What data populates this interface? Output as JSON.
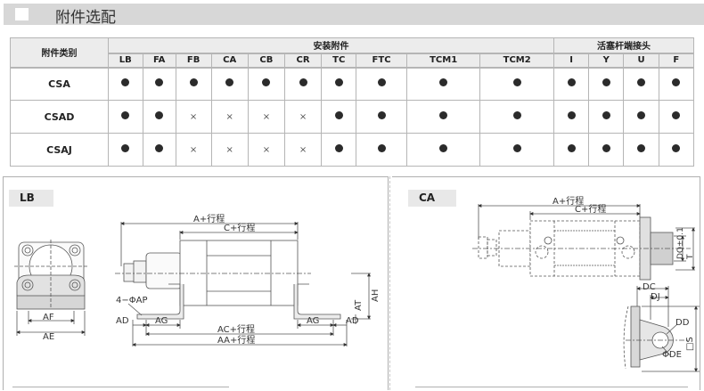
{
  "header": {
    "title": "附件选配"
  },
  "table": {
    "category_header": "附件类别",
    "groups": [
      {
        "label": "安装附件",
        "columns": [
          "LB",
          "FA",
          "FB",
          "CA",
          "CB",
          "CR",
          "TC",
          "FTC",
          "TCM1",
          "TCM2"
        ]
      },
      {
        "label": "活塞杆端接头",
        "columns": [
          "I",
          "Y",
          "U",
          "F"
        ]
      }
    ],
    "rows": [
      {
        "label": "CSA",
        "marks": [
          "dot",
          "dot",
          "dot",
          "dot",
          "dot",
          "dot",
          "dot",
          "dot",
          "dot",
          "dot",
          "dot",
          "dot",
          "dot",
          "dot"
        ]
      },
      {
        "label": "CSAD",
        "marks": [
          "dot",
          "dot",
          "cross",
          "cross",
          "cross",
          "cross",
          "dot",
          "dot",
          "dot",
          "dot",
          "dot",
          "dot",
          "dot",
          "dot"
        ]
      },
      {
        "label": "CSAJ",
        "marks": [
          "dot",
          "dot",
          "cross",
          "cross",
          "cross",
          "cross",
          "dot",
          "dot",
          "dot",
          "dot",
          "dot",
          "dot",
          "dot",
          "dot"
        ]
      }
    ],
    "symbols": {
      "dot": "●",
      "cross": "×"
    }
  },
  "lb_panel": {
    "tag": "LB",
    "dims": {
      "a": "A+行程",
      "c": "C+行程",
      "ap": "4−ΦAP",
      "ad": "AD",
      "ag": "AG",
      "ac": "AC+行程",
      "aa": "AA+行程",
      "at": "AT",
      "ah": "AH",
      "af": "AF",
      "ae": "AE"
    }
  },
  "ca_panel": {
    "tag": "CA",
    "dims": {
      "a": "A+行程",
      "c": "C+行程",
      "dq": "DQ±0.1",
      "t": "T",
      "dc": "DC",
      "dj": "DJ",
      "dd": "DD",
      "s": "□S",
      "de": "ΦDE"
    }
  }
}
